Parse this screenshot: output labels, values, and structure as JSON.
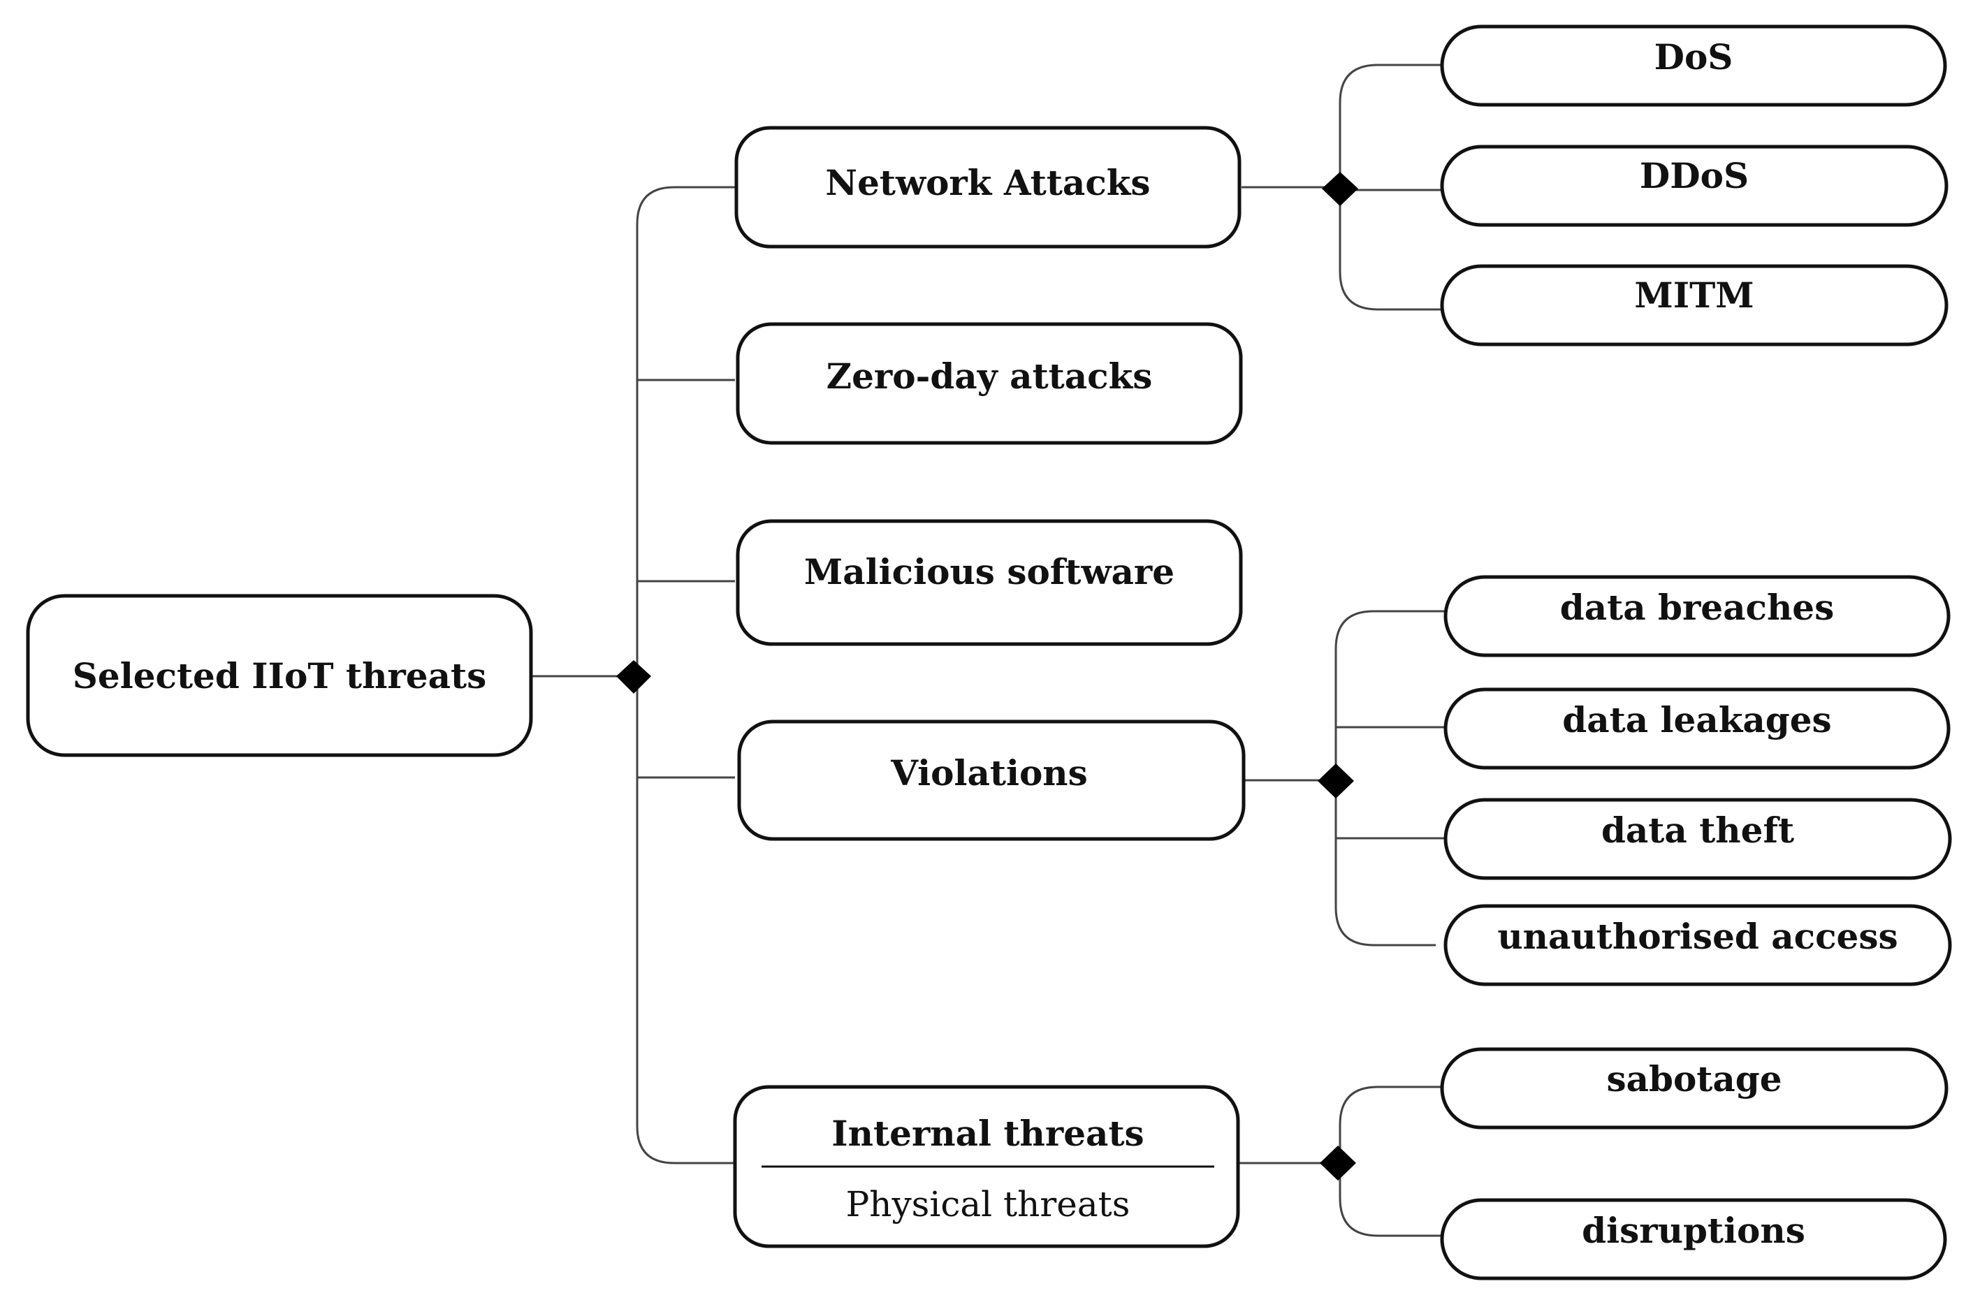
{
  "diagram": {
    "root": "Selected IIoT threats",
    "categories": {
      "network": "Network Attacks",
      "zero_day": "Zero-day attacks",
      "malicious": "Malicious software",
      "violations": "Violations",
      "internal": "Internal threats",
      "physical": "Physical threats"
    },
    "network_items": [
      "DoS",
      "DDoS",
      "MITM"
    ],
    "violation_items": [
      "data breaches",
      "data leakages",
      "data theft",
      "unauthorised access"
    ],
    "internal_items": [
      "sabotage",
      "disruptions"
    ]
  }
}
